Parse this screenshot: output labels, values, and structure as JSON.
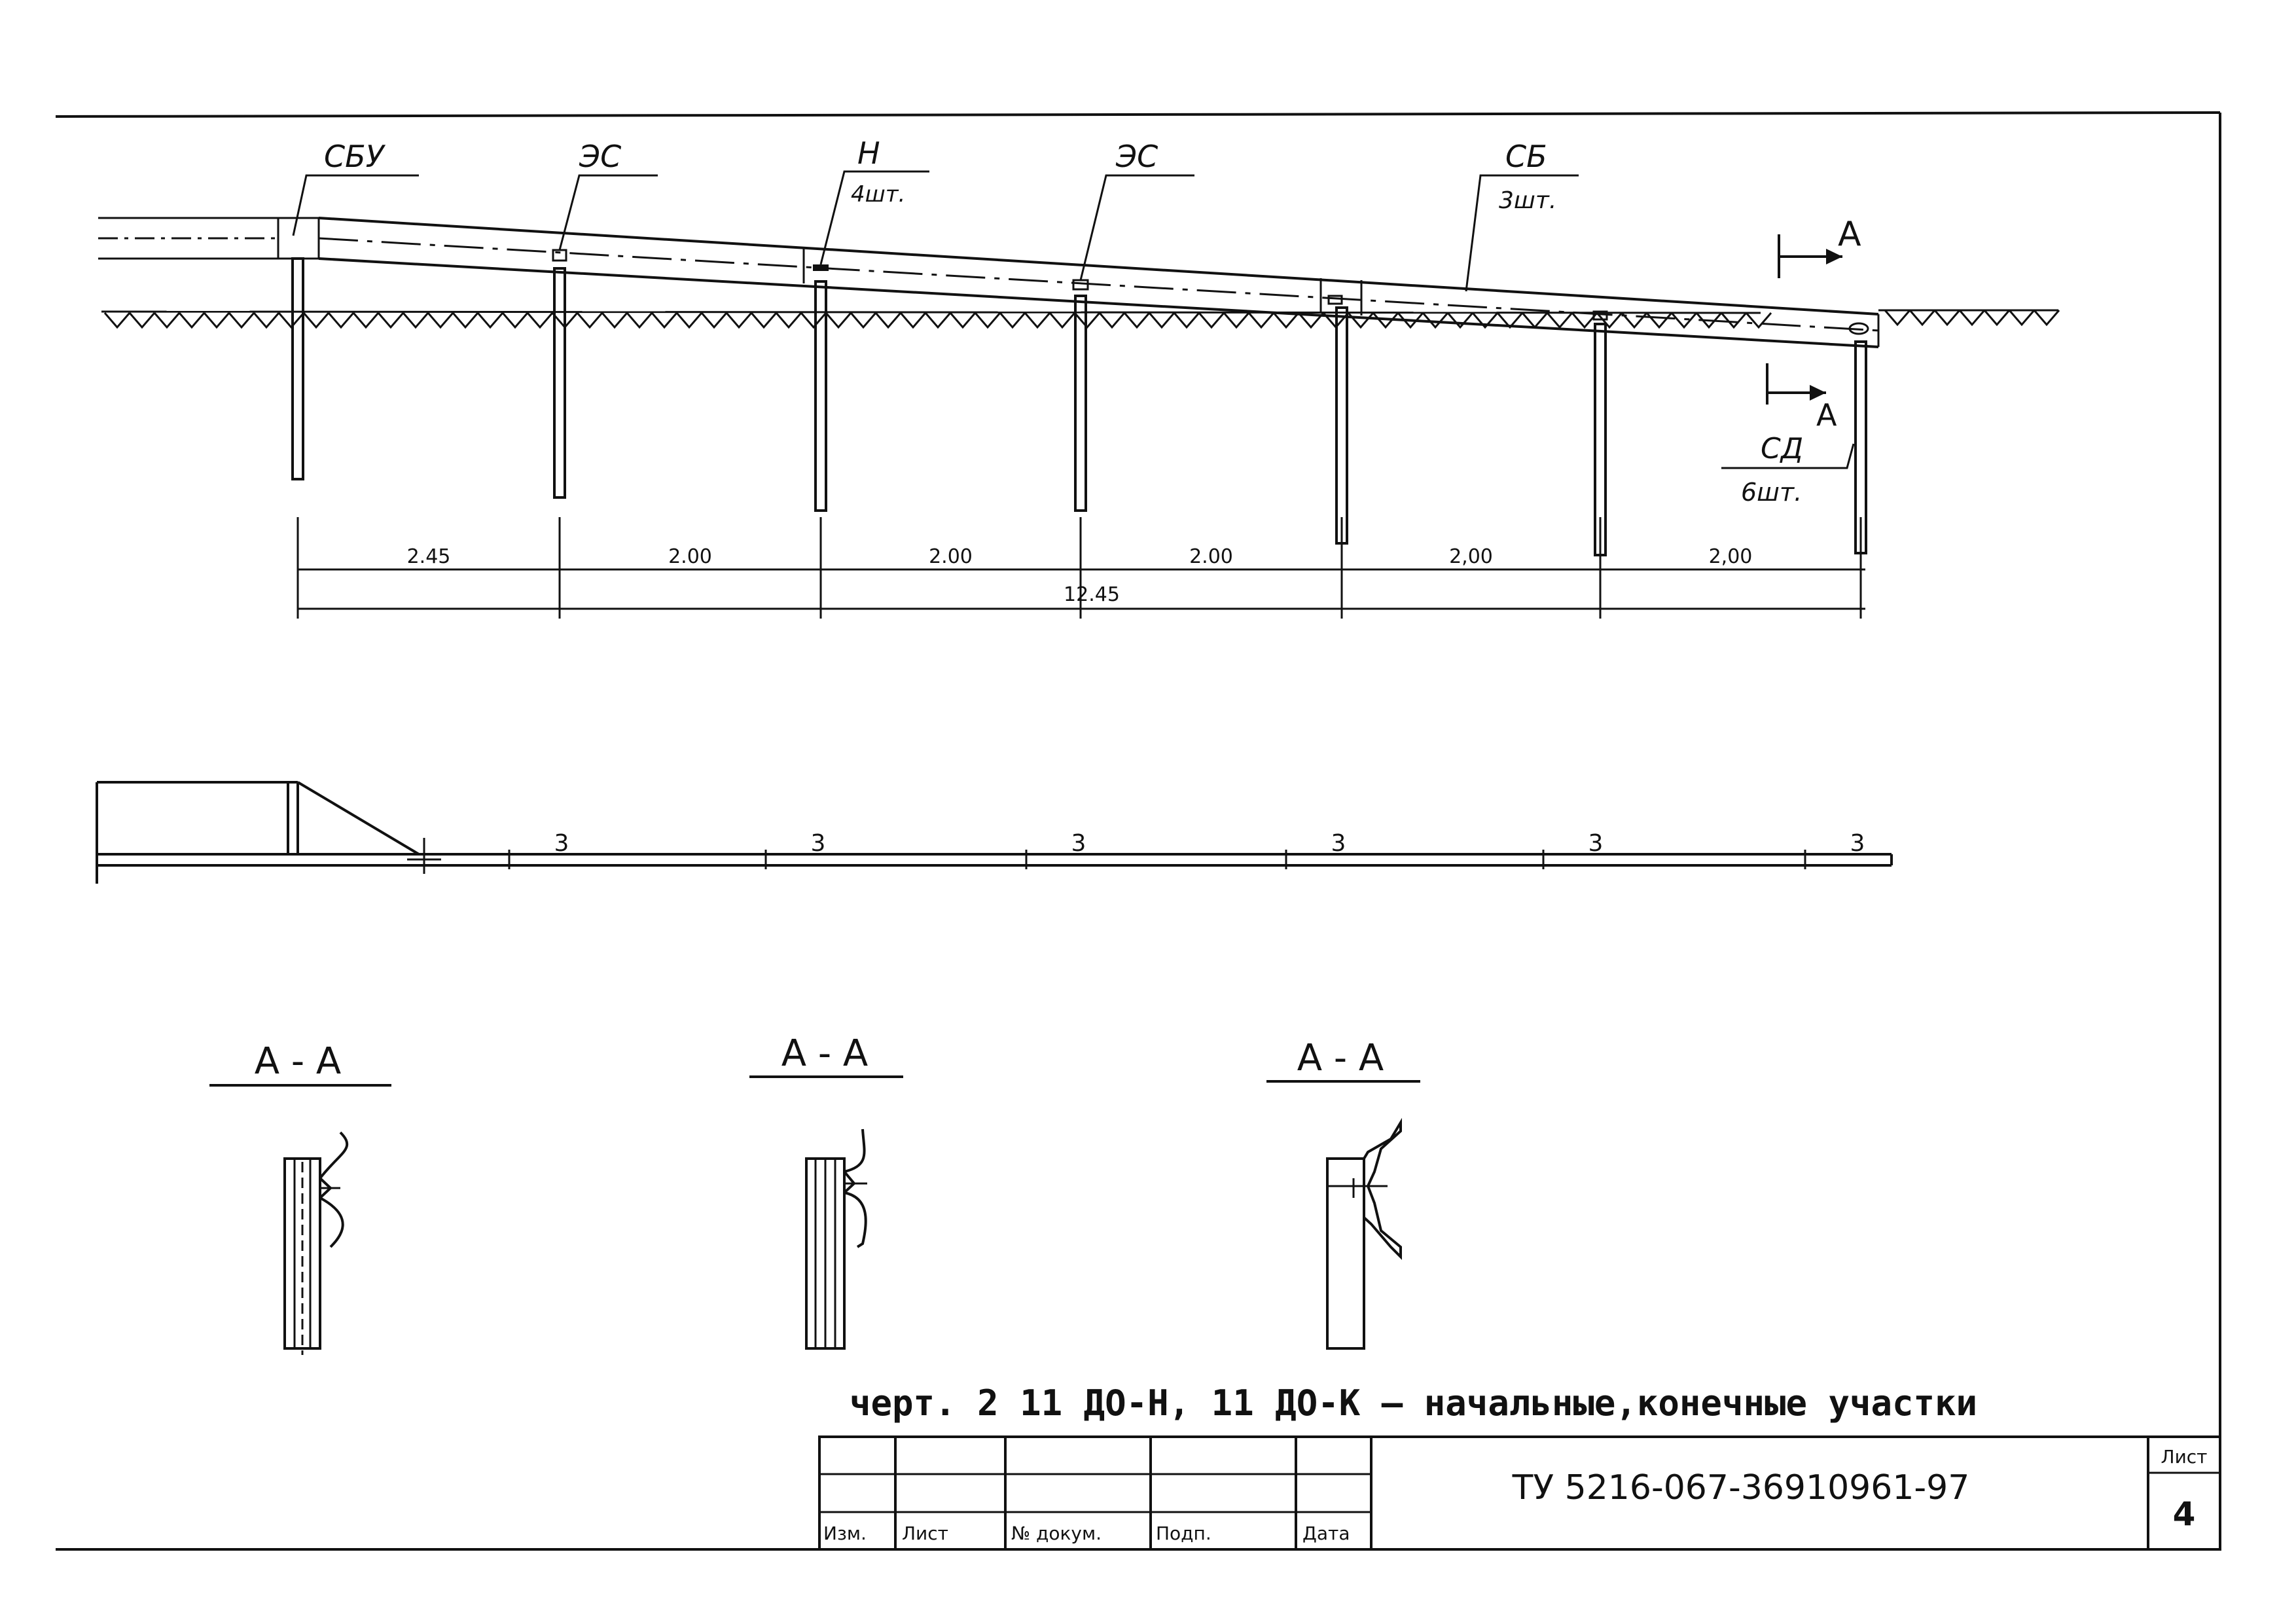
{
  "labels": {
    "sbu": "СБУ",
    "es1": "ЭС",
    "n": "Н",
    "n_qty": "4шт.",
    "es2": "ЭС",
    "sb": "СБ",
    "sb_qty": "3шт.",
    "section_mark_top": "А",
    "section_mark_bottom": "А",
    "sd": "СД",
    "sd_qty": "6шт."
  },
  "dimensions": {
    "spans": [
      "2.45",
      "2.00",
      "2.00",
      "2.00",
      "2,00",
      "2,00"
    ],
    "total": "12.45"
  },
  "plan": {
    "marks": [
      "3",
      "3",
      "3",
      "3",
      "3",
      "3"
    ]
  },
  "sections": {
    "title_1": "А - А",
    "title_2": "А - А",
    "title_3": "А - А"
  },
  "caption": "черт. 2  11 ДО-Н, 11 ДО-К – начальные,конечные участки",
  "title_block": {
    "headers": [
      "Изм.",
      "Лист",
      "№ докум.",
      "Подп.",
      "Дата"
    ],
    "doc_code": "ТУ 5216-067-36910961-97",
    "sheet_label": "Лист",
    "sheet_number": "4"
  }
}
